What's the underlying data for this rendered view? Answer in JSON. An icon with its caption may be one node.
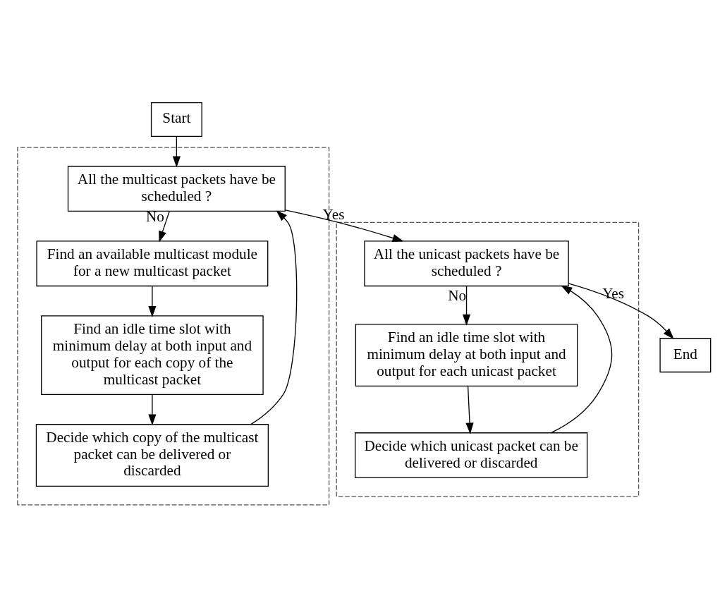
{
  "diagram": {
    "nodes": [
      {
        "text": [
          "Start"
        ]
      },
      {
        "text": [],
        "shape": "box"
      },
      {
        "text": [
          "All the unicast packets have be scheduled ?"
        ],
        "in": 1
      },
      {
        "text": [
          "Find an idle time slot with minimum delay at both input and output for each unicast packet"
        ],
        "in": 1
      },
      {
        "text": [
          "Decide which unicast packet can be delivered or discarded"
        ],
        "in": 1
      },
      {
        "text": [],
        "shape": "box"
      },
      {
        "text": [
          "All the multicast packets have be scheduled ?"
        ],
        "in": 5
      },
      {
        "text": [
          "Find an available multicast module for a new multicast packet"
        ],
        "in": 5
      },
      {
        "text": [
          "Find an idle time slot with minimum delay at both input and output for each copy of the multicast packet"
        ],
        "in": 5
      },
      {
        "text": [
          "Decide which copy of the multicast packet can be delivered or discarded"
        ],
        "in": 5
      },
      {
        "text": [
          "End"
        ]
      }
    ],
    "edges": [
      {
        "from": 0,
        "to": 6,
        "arrow": "to"
      },
      {
        "from": 6,
        "to": 2,
        "arrow": "to",
        "label": "Yes"
      },
      {
        "from": 6,
        "to": 7,
        "arrow": "to",
        "label": "No"
      },
      {
        "from": 7,
        "to": 8,
        "arrow": "to"
      },
      {
        "from": 8,
        "to": 9,
        "arrow": "to"
      },
      {
        "from": 9,
        "to": 6,
        "arrow": "to"
      },
      {
        "from": 2,
        "to": 3,
        "arrow": "to",
        "label": "No"
      },
      {
        "from": 3,
        "to": 4,
        "arrow": "to"
      },
      {
        "from": 4,
        "to": 2,
        "arrow": "to"
      },
      {
        "from": 2,
        "to": 10,
        "arrow": "to",
        "label": "Yes"
      }
    ]
  }
}
